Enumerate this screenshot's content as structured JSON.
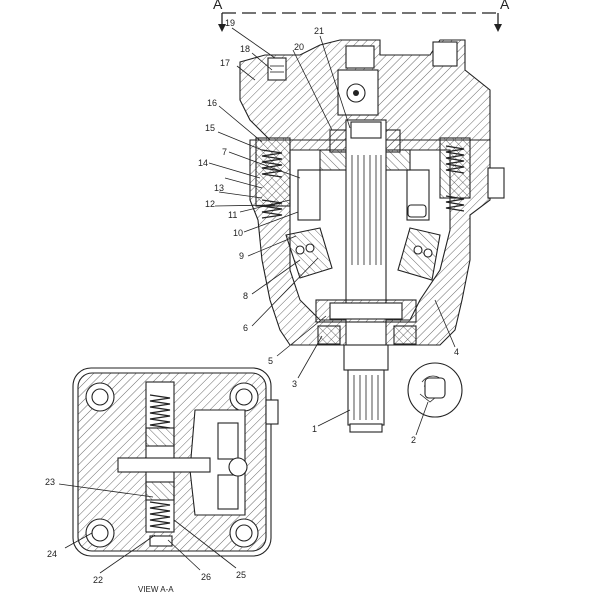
{
  "section_marks": {
    "left": "A",
    "right": "A"
  },
  "view_caption": "VIEW A-A",
  "callouts": [
    "1",
    "2",
    "3",
    "4",
    "5",
    "6",
    "7",
    "8",
    "9",
    "10",
    "11",
    "12",
    "13",
    "14",
    "15",
    "16",
    "17",
    "18",
    "19",
    "20",
    "21",
    "22",
    "23",
    "24",
    "25",
    "26"
  ]
}
